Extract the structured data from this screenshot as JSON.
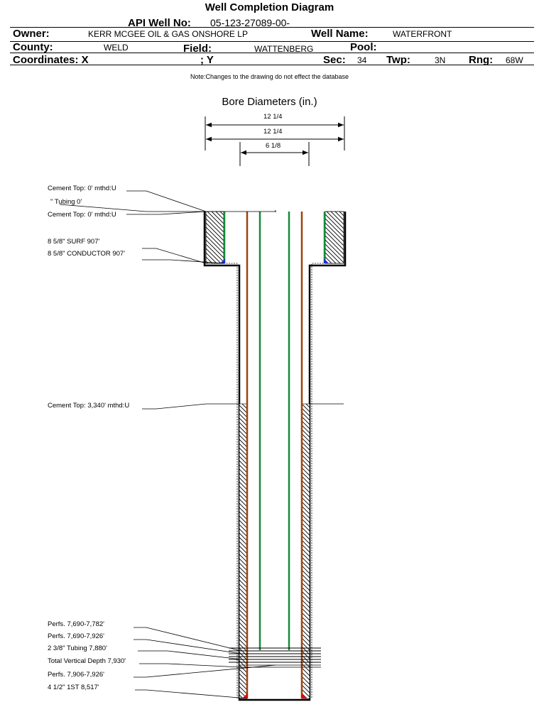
{
  "title": "Well Completion Diagram",
  "header": {
    "api_label": "API Well No:",
    "api_value": "05-123-27089-00-",
    "owner_label": "Owner:",
    "owner_value": "KERR MCGEE OIL & GAS ONSHORE LP",
    "well_name_label": "Well Name:",
    "well_name_value": "WATERFRONT",
    "county_label": "County:",
    "county_value": "WELD",
    "field_label": "Field:",
    "field_value": "WATTENBERG",
    "pool_label": "Pool:",
    "pool_value": "",
    "coords_label": "Coordinates: X",
    "coords_y": "; Y",
    "sec_label": "Sec:",
    "sec_value": "34",
    "twp_label": "Twp:",
    "twp_value": "3N",
    "rng_label": "Rng:",
    "rng_value": "68W"
  },
  "note": "Note:Changes to the drawing do not effect the database",
  "bore_title": "Bore Diameters (in.)",
  "bore_dims": [
    "12 1/4",
    "12 1/4",
    "6 1/8"
  ],
  "labels": {
    "cement_top_1": "Cement Top: 0' mthd:U",
    "tubing_top": "\" Tubing 0'",
    "cement_top_2": "Cement Top: 0' mthd:U",
    "surf_casing": "8 5/8\" SURF      907'",
    "conductor": "8 5/8\" CONDUCTOR  907'",
    "cement_top_3": "Cement Top: 3,340' mthd:U",
    "perfs_1": "Perfs. 7,690-7,782'",
    "perfs_2": "Perfs. 7,690-7,926'",
    "tubing": "2 3/8\" Tubing 7,880'",
    "tvd": "Total Vertical Depth 7,930'",
    "perfs_3": "Perfs. 7,906-7,926'",
    "production_casing": "4 1/2\" 1ST         8,517'"
  },
  "colors": {
    "casing": "#a0410d",
    "tubing": "#178a3c",
    "shoe_red": "#e8000b",
    "shoe_blue": "#1a2fd8"
  }
}
